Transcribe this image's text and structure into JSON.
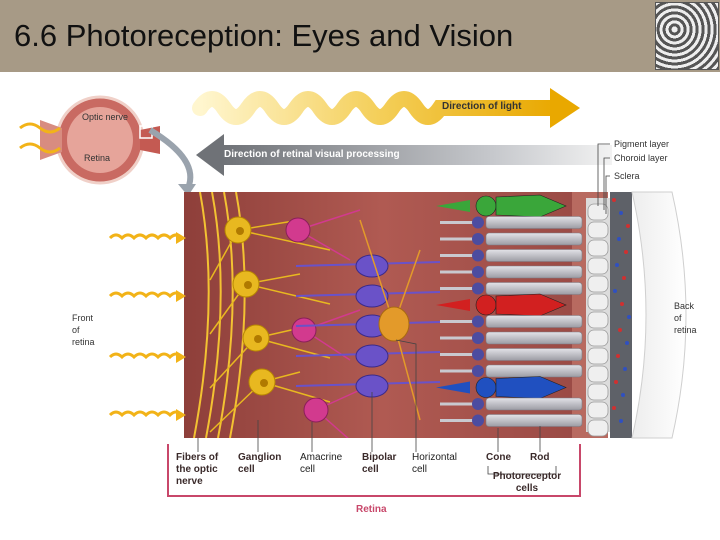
{
  "slide": {
    "title": "6.6 Photoreception: Eyes and Vision"
  },
  "diagram": {
    "eye_inset": {
      "optic_nerve": "Optic nerve",
      "retina": "Retina"
    },
    "arrows": {
      "light": "Direction of light",
      "processing": "Direction of retinal visual processing"
    },
    "side_labels": {
      "front": [
        "Front",
        "of",
        "retina"
      ],
      "back": [
        "Back",
        "of",
        "retina"
      ]
    },
    "layers": [
      "Pigment layer",
      "Choroid layer",
      "Sclera"
    ],
    "cells": {
      "fibers": [
        "Fibers of",
        "the optic",
        "nerve"
      ],
      "ganglion": [
        "Ganglion",
        "cell"
      ],
      "amacrine": [
        "Amacrine",
        "cell"
      ],
      "bipolar": [
        "Bipolar",
        "cell"
      ],
      "horizontal": [
        "Horizontal",
        "cell"
      ],
      "cone": "Cone",
      "rod": "Rod",
      "photoreceptor": [
        "Photoreceptor",
        "cells"
      ]
    },
    "retina_bracket": "Retina"
  },
  "colors": {
    "header": "#a79a86",
    "tissue": "#a8554f",
    "ganglion": "#e8b820",
    "amacrine": "#d23a8e",
    "bipolar": "#6a52c8",
    "horizontal": "#e39a2a",
    "rod": "#b9b9c0",
    "cone_green": "#3aa63a",
    "cone_red": "#d22020",
    "cone_blue": "#2050c0",
    "bracket": "#c8476a"
  }
}
